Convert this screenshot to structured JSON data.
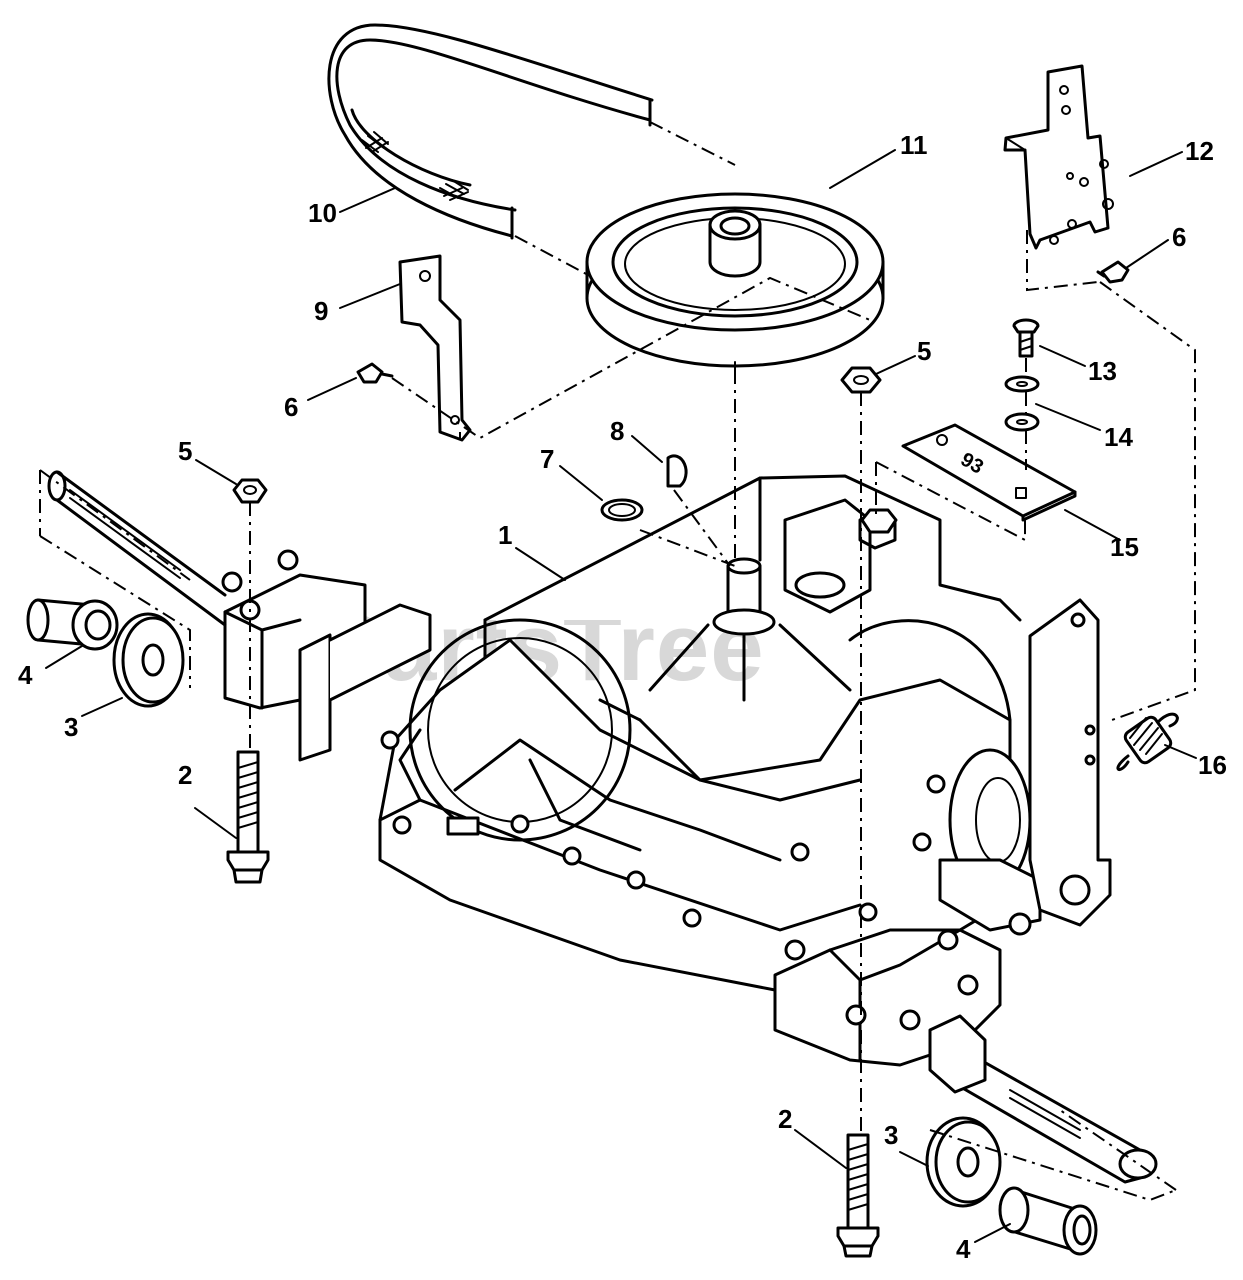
{
  "watermark": {
    "brand": "PartsTree",
    "trademark": "™"
  },
  "part_stamp": "93",
  "callouts": [
    {
      "id": "c1",
      "label": "1"
    },
    {
      "id": "c2a",
      "label": "2"
    },
    {
      "id": "c2b",
      "label": "2"
    },
    {
      "id": "c3a",
      "label": "3"
    },
    {
      "id": "c3b",
      "label": "3"
    },
    {
      "id": "c4a",
      "label": "4"
    },
    {
      "id": "c4b",
      "label": "4"
    },
    {
      "id": "c5a",
      "label": "5"
    },
    {
      "id": "c5b",
      "label": "5"
    },
    {
      "id": "c6a",
      "label": "6"
    },
    {
      "id": "c6b",
      "label": "6"
    },
    {
      "id": "c7",
      "label": "7"
    },
    {
      "id": "c8",
      "label": "8"
    },
    {
      "id": "c9",
      "label": "9"
    },
    {
      "id": "c10",
      "label": "10"
    },
    {
      "id": "c11",
      "label": "11"
    },
    {
      "id": "c12",
      "label": "12"
    },
    {
      "id": "c13",
      "label": "13"
    },
    {
      "id": "c14",
      "label": "14"
    },
    {
      "id": "c15",
      "label": "15"
    },
    {
      "id": "c16",
      "label": "16"
    }
  ]
}
